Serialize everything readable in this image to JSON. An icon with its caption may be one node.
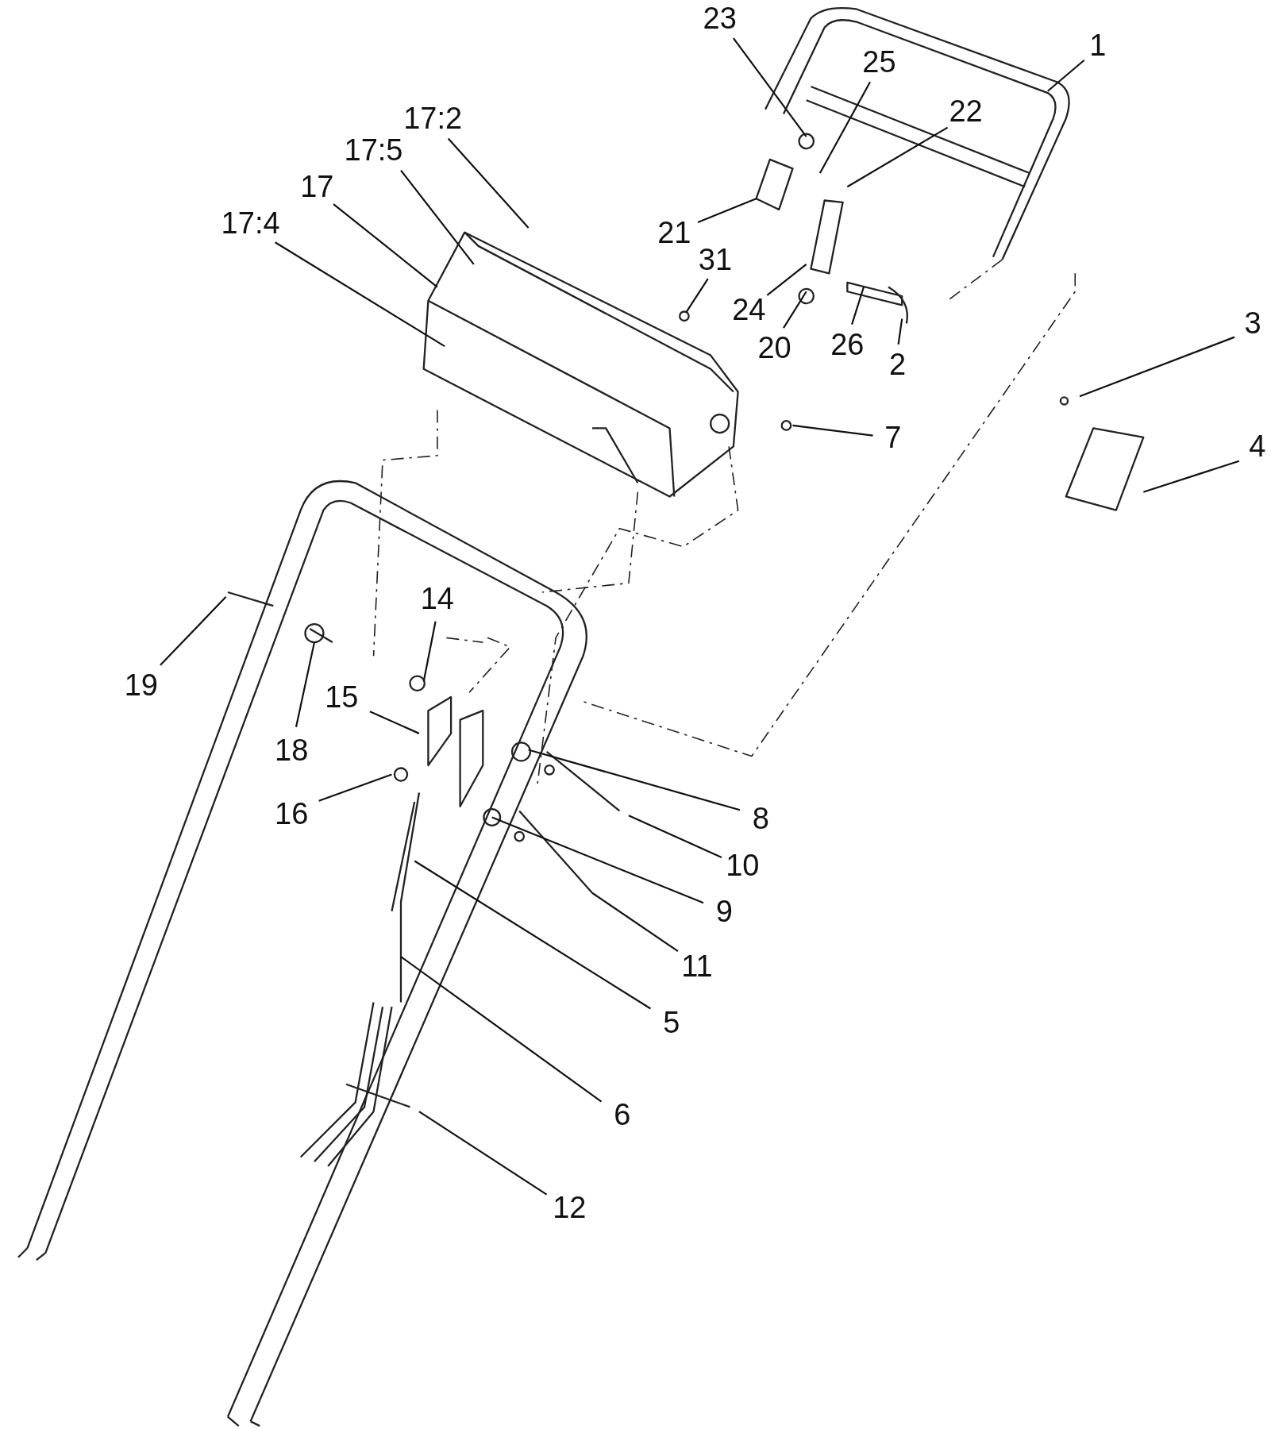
{
  "diagram": {
    "nodes": [
      {
        "text": [
          "23"
        ]
      },
      {
        "text": [
          "1"
        ]
      },
      {
        "text": [
          "25"
        ]
      },
      {
        "text": [
          "22"
        ]
      },
      {
        "text": [
          "17:2"
        ]
      },
      {
        "text": [
          "17:5"
        ]
      },
      {
        "text": [
          "17"
        ]
      },
      {
        "text": [
          "17:4"
        ]
      },
      {
        "text": [
          "21"
        ]
      },
      {
        "text": [
          "31"
        ]
      },
      {
        "text": [
          "24"
        ]
      },
      {
        "text": [
          "3"
        ]
      },
      {
        "text": [
          "20"
        ]
      },
      {
        "text": [
          "26"
        ]
      },
      {
        "text": [
          "2"
        ]
      },
      {
        "text": [
          "7"
        ]
      },
      {
        "text": [
          "4"
        ]
      },
      {
        "text": [
          "14"
        ]
      },
      {
        "text": [
          "19"
        ]
      },
      {
        "text": [
          "15"
        ]
      },
      {
        "text": [
          "18"
        ]
      },
      {
        "text": [
          "16"
        ]
      },
      {
        "text": [
          "8"
        ]
      },
      {
        "text": [
          "10"
        ]
      },
      {
        "text": [
          "9"
        ]
      },
      {
        "text": [
          "11"
        ]
      },
      {
        "text": [
          "5"
        ]
      },
      {
        "text": [
          "6"
        ]
      },
      {
        "text": [
          "12"
        ]
      }
    ],
    "edges": [
      {
        "from": 0,
        "to": null,
        "arrow": "none"
      },
      {
        "from": 1,
        "to": null,
        "arrow": "none"
      },
      {
        "from": 2,
        "to": null,
        "arrow": "none"
      },
      {
        "from": 3,
        "to": null,
        "arrow": "none"
      },
      {
        "from": 4,
        "to": null,
        "arrow": "none"
      },
      {
        "from": 5,
        "to": null,
        "arrow": "none"
      },
      {
        "from": 6,
        "to": null,
        "arrow": "none"
      },
      {
        "from": 7,
        "to": null,
        "arrow": "none"
      },
      {
        "from": 8,
        "to": null,
        "arrow": "none"
      },
      {
        "from": 9,
        "to": null,
        "arrow": "none"
      },
      {
        "from": 10,
        "to": null,
        "arrow": "none"
      },
      {
        "from": 11,
        "to": null,
        "arrow": "none"
      },
      {
        "from": 12,
        "to": null,
        "arrow": "none"
      },
      {
        "from": 13,
        "to": null,
        "arrow": "none"
      },
      {
        "from": 14,
        "to": null,
        "arrow": "none"
      },
      {
        "from": 15,
        "to": null,
        "arrow": "none"
      },
      {
        "from": 16,
        "to": null,
        "arrow": "none"
      },
      {
        "from": 17,
        "to": null,
        "arrow": "none"
      },
      {
        "from": 18,
        "to": null,
        "arrow": "none"
      },
      {
        "from": 19,
        "to": null,
        "arrow": "none"
      },
      {
        "from": 20,
        "to": null,
        "arrow": "none"
      },
      {
        "from": 21,
        "to": null,
        "arrow": "none"
      },
      {
        "from": 22,
        "to": null,
        "arrow": "none"
      },
      {
        "from": 23,
        "to": null,
        "arrow": "none"
      },
      {
        "from": 24,
        "to": null,
        "arrow": "none"
      },
      {
        "from": 25,
        "to": null,
        "arrow": "none"
      },
      {
        "from": 26,
        "to": null,
        "arrow": "none"
      },
      {
        "from": 27,
        "to": null,
        "arrow": "none"
      },
      {
        "from": 28,
        "to": null,
        "arrow": "none"
      }
    ]
  }
}
